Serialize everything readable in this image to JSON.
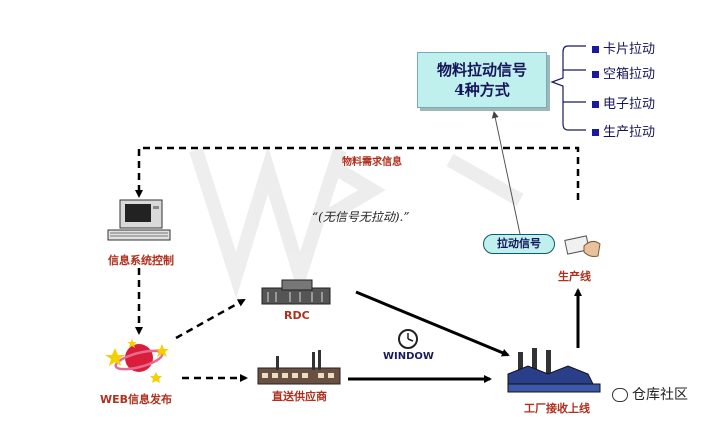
{
  "signal_box": {
    "line1": "物料拉动信号",
    "line2": "4种方式"
  },
  "pull_methods": [
    "卡片拉动",
    "空箱拉动",
    "电子拉动",
    "生产拉动"
  ],
  "labels": {
    "material_demand": "物料需求信息",
    "info_system": "信息系统控制",
    "web_publish": "WEB信息发布",
    "rdc": "RDC",
    "direct_supplier": "直送供应商",
    "window": "WINDOW",
    "factory_receiving": "工厂接收上线",
    "production_line": "生产线",
    "pull_signal": "拉动信号",
    "no_signal_quote": "“(无信号无拉动).”"
  },
  "watermark": {
    "text": "仓库社区"
  },
  "colors": {
    "label_red": "#b0301e",
    "box_fill": "#bff0ee",
    "arrow": "#000000",
    "text_navy": "#15155a"
  }
}
